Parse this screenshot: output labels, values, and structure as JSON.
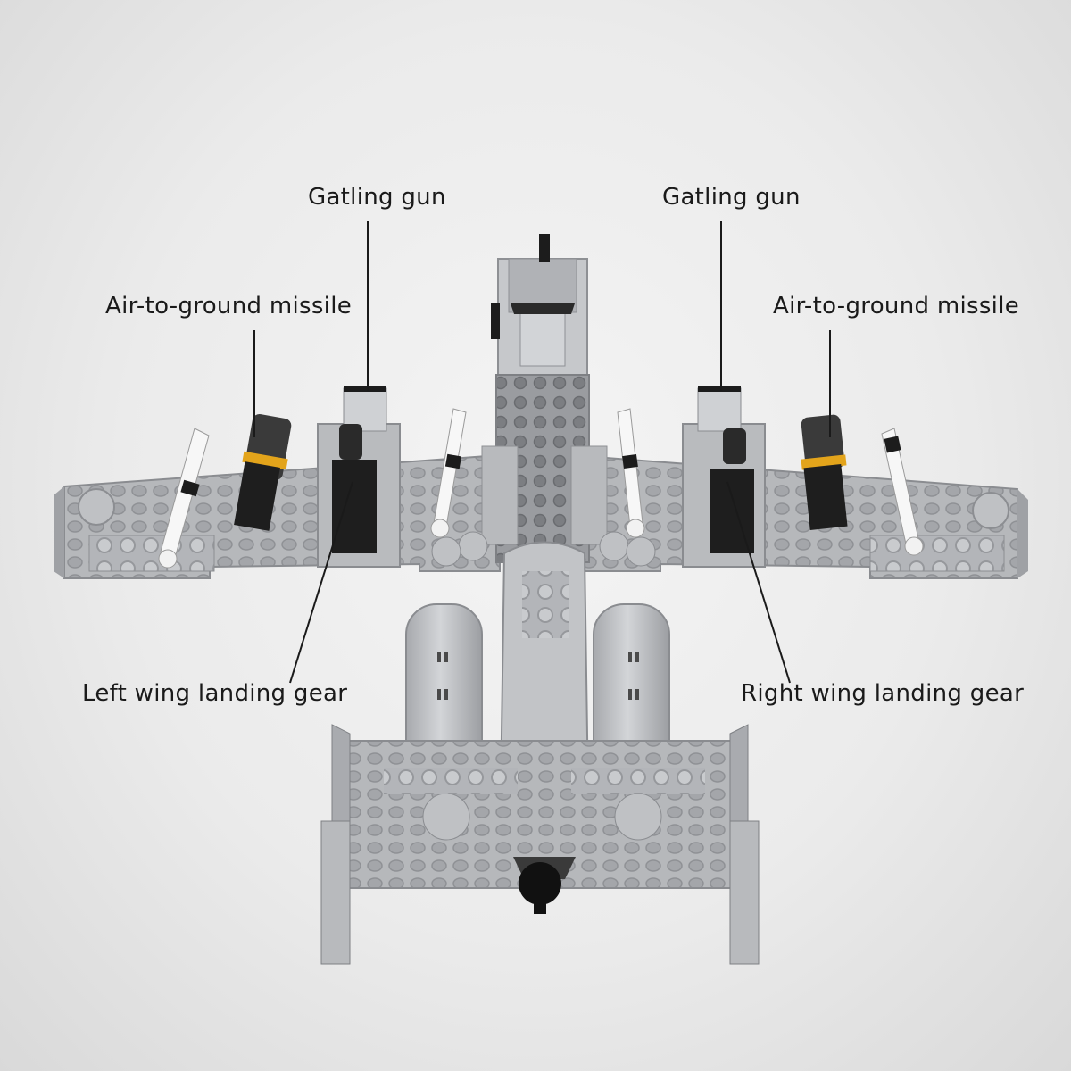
{
  "callouts": {
    "gatling_left": "Gatling gun",
    "gatling_right": "Gatling gun",
    "missile_left": "Air-to-ground missile",
    "missile_right": "Air-to-ground missile",
    "gear_left": "Left wing landing gear",
    "gear_right": "Right wing landing gear"
  },
  "colors": {
    "brick_light": "#c4c6c9",
    "brick_mid": "#a9abaf",
    "brick_dark": "#8e9094",
    "black": "#1c1c1c",
    "white_missile": "#f7f7f7",
    "yellow_band": "#e3a41b"
  }
}
